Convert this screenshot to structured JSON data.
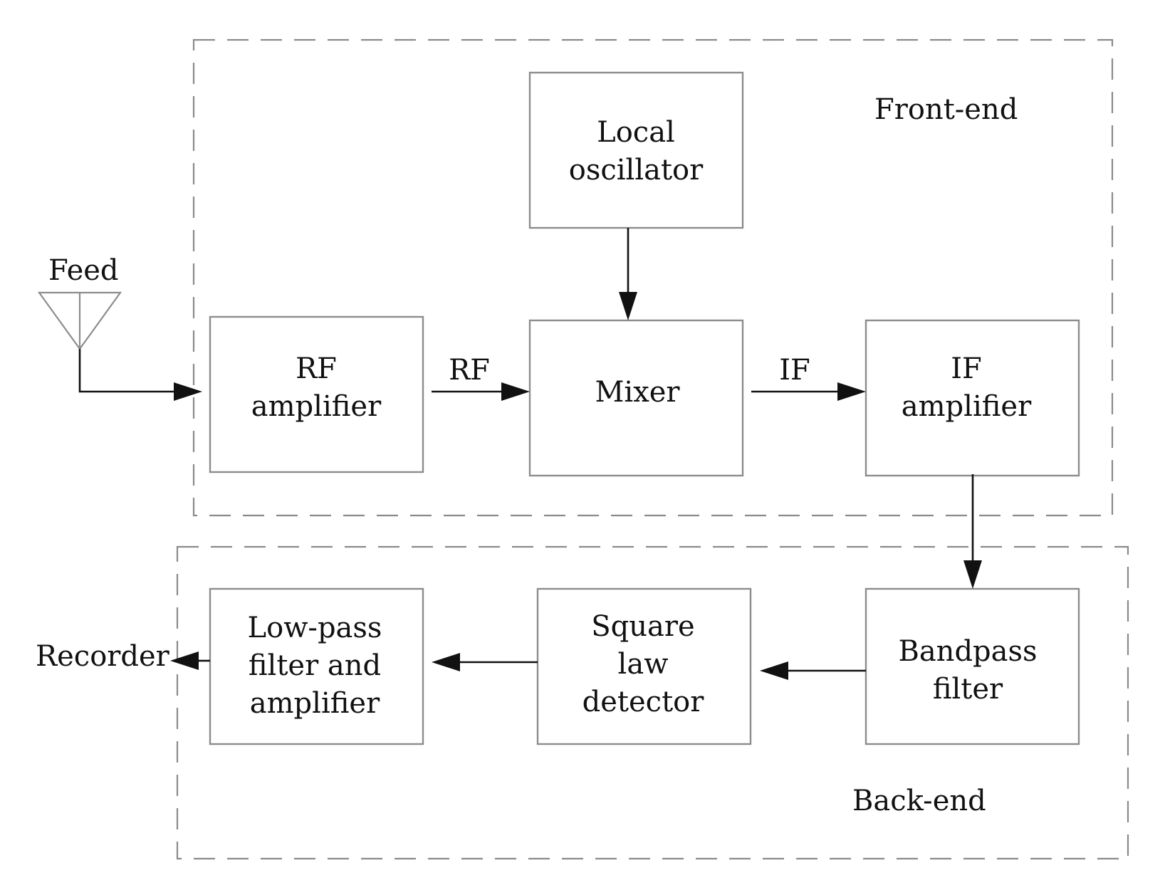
{
  "regions": {
    "front_end": "Front-end",
    "back_end": "Back-end"
  },
  "feed": {
    "label": "Feed"
  },
  "recorder": {
    "label": "Recorder"
  },
  "blocks": {
    "local_oscillator": [
      "Local",
      "oscillator"
    ],
    "rf_amplifier": [
      "RF",
      "amplifier"
    ],
    "mixer": [
      "Mixer"
    ],
    "if_amplifier": [
      "IF",
      "amplifier"
    ],
    "bandpass_filter": [
      "Bandpass",
      "filter"
    ],
    "square_law_detector": [
      "Square",
      "law",
      "detector"
    ],
    "lowpass_filter_amplifier": [
      "Low-pass",
      "filter and",
      "amplifier"
    ]
  },
  "signals": {
    "rf": "RF",
    "if": "IF"
  },
  "colors": {
    "line": "#111111",
    "box_border": "#8c8c8c",
    "region_border": "#8a8a8a"
  }
}
